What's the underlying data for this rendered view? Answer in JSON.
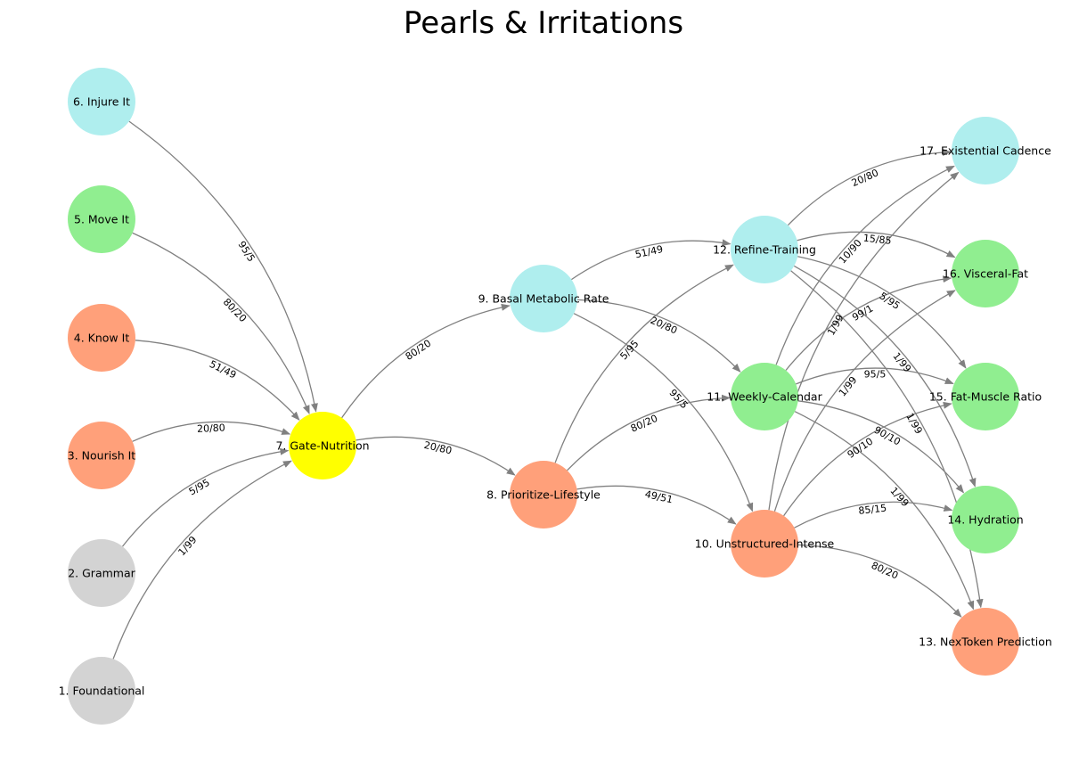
{
  "title": "Pearls & Irritations",
  "colors": {
    "grey": "#d3d3d3",
    "green": "#90ee90",
    "salmon": "#ffa07a",
    "cyan": "#afeeee",
    "yellow": "#ffff00",
    "edge": "#808080"
  },
  "nodes": [
    {
      "id": 1,
      "label": "1. Foundational",
      "color": "grey"
    },
    {
      "id": 2,
      "label": "2. Grammar",
      "color": "grey"
    },
    {
      "id": 3,
      "label": "3. Nourish It",
      "color": "salmon"
    },
    {
      "id": 4,
      "label": "4. Know It",
      "color": "salmon"
    },
    {
      "id": 5,
      "label": "5. Move It",
      "color": "green"
    },
    {
      "id": 6,
      "label": "6. Injure It",
      "color": "cyan"
    },
    {
      "id": 7,
      "label": "7. Gate-Nutrition",
      "color": "yellow"
    },
    {
      "id": 8,
      "label": "8. Prioritize-Lifestyle",
      "color": "salmon"
    },
    {
      "id": 9,
      "label": "9. Basal Metabolic Rate",
      "color": "cyan"
    },
    {
      "id": 10,
      "label": "10. Unstructured-Intense",
      "color": "salmon"
    },
    {
      "id": 11,
      "label": "11. Weekly-Calendar",
      "color": "green"
    },
    {
      "id": 12,
      "label": "12. Refine-Training",
      "color": "cyan"
    },
    {
      "id": 13,
      "label": "13. NexToken Prediction",
      "color": "salmon"
    },
    {
      "id": 14,
      "label": "14. Hydration",
      "color": "green"
    },
    {
      "id": 15,
      "label": "15. Fat-Muscle Ratio",
      "color": "green"
    },
    {
      "id": 16,
      "label": "16. Visceral-Fat",
      "color": "green"
    },
    {
      "id": 17,
      "label": "17. Existential Cadence",
      "color": "cyan"
    }
  ],
  "edges": [
    {
      "from": 1,
      "to": 7,
      "label": "1/99"
    },
    {
      "from": 2,
      "to": 7,
      "label": "5/95"
    },
    {
      "from": 3,
      "to": 7,
      "label": "20/80"
    },
    {
      "from": 4,
      "to": 7,
      "label": "51/49"
    },
    {
      "from": 5,
      "to": 7,
      "label": "80/20"
    },
    {
      "from": 6,
      "to": 7,
      "label": "95/5"
    },
    {
      "from": 7,
      "to": 8,
      "label": "20/80"
    },
    {
      "from": 7,
      "to": 9,
      "label": "80/20"
    },
    {
      "from": 8,
      "to": 10,
      "label": "49/51"
    },
    {
      "from": 8,
      "to": 11,
      "label": "80/20"
    },
    {
      "from": 8,
      "to": 12,
      "label": "5/95"
    },
    {
      "from": 9,
      "to": 10,
      "label": "95/5"
    },
    {
      "from": 9,
      "to": 11,
      "label": "20/80"
    },
    {
      "from": 9,
      "to": 12,
      "label": "51/49"
    },
    {
      "from": 10,
      "to": 13,
      "label": "80/20"
    },
    {
      "from": 10,
      "to": 14,
      "label": "85/15"
    },
    {
      "from": 10,
      "to": 15,
      "label": "90/10"
    },
    {
      "from": 10,
      "to": 16,
      "label": "1/99"
    },
    {
      "from": 10,
      "to": 17,
      "label": "1/99"
    },
    {
      "from": 11,
      "to": 13,
      "label": "1/99"
    },
    {
      "from": 11,
      "to": 14,
      "label": "90/10"
    },
    {
      "from": 11,
      "to": 15,
      "label": "95/5"
    },
    {
      "from": 11,
      "to": 16,
      "label": "99/1"
    },
    {
      "from": 11,
      "to": 17,
      "label": "10/90"
    },
    {
      "from": 12,
      "to": 13,
      "label": "1/99"
    },
    {
      "from": 12,
      "to": 14,
      "label": "1/99"
    },
    {
      "from": 12,
      "to": 15,
      "label": "5/95"
    },
    {
      "from": 12,
      "to": 16,
      "label": "15/85"
    },
    {
      "from": 12,
      "to": 17,
      "label": "20/80"
    }
  ]
}
